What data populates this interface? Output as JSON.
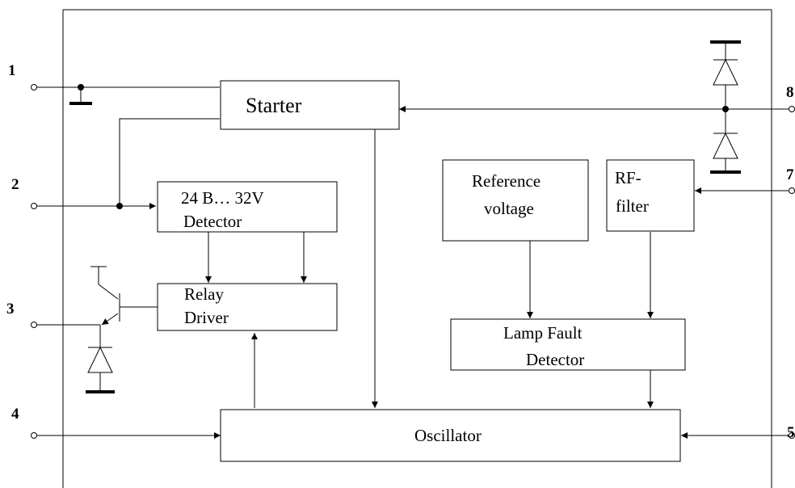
{
  "blocks": {
    "starter": "Starter",
    "detector_line1": "24 B… 32V",
    "detector_line2": "Detector",
    "relay_line1": "Relay",
    "relay_line2": "Driver",
    "reference_line1": "Reference",
    "reference_line2": "voltage",
    "rf_line1": "RF-",
    "rf_line2": "filter",
    "lamp_line1": "Lamp Fault",
    "lamp_line2": "Detector",
    "oscillator": "Oscillator"
  },
  "pins": {
    "p1": "1",
    "p2": "2",
    "p3": "3",
    "p4": "4",
    "p5": "5",
    "p7": "7",
    "p8": "8"
  },
  "colors": {
    "line": "#000000",
    "background": "#ffffff"
  }
}
